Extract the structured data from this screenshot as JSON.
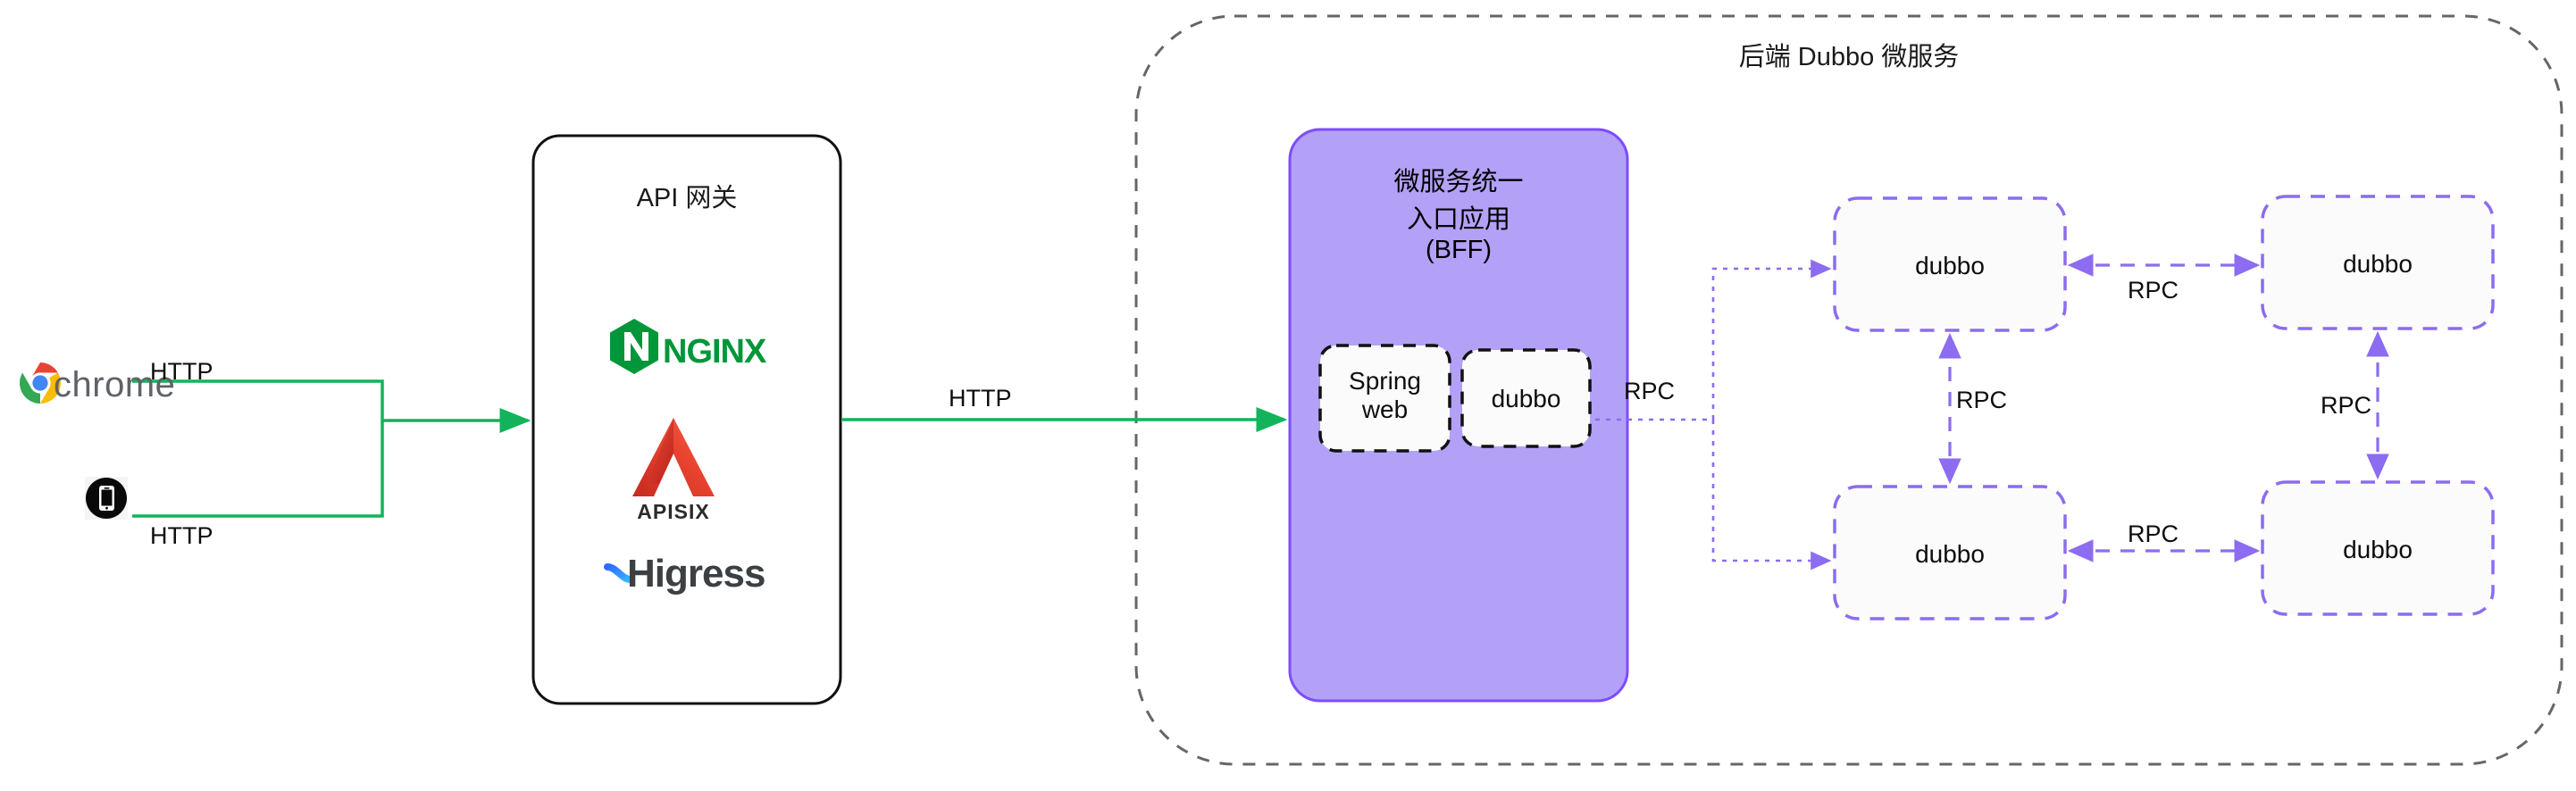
{
  "diagram": {
    "clients": [
      {
        "name": "chrome-client",
        "label": "chrome",
        "icon": "chrome-icon"
      },
      {
        "name": "mobile-client",
        "label": "",
        "icon": "mobile-phone-icon"
      }
    ],
    "gateway": {
      "title": "API 网关",
      "logos": [
        {
          "icon": "nginx-logo",
          "label": "NGINX",
          "color": "#009639"
        },
        {
          "icon": "apisix-logo",
          "label": "APISIX",
          "color": "#e8432f"
        },
        {
          "icon": "higress-logo",
          "label": "Higress",
          "color": "#2f6bff"
        }
      ]
    },
    "bff": {
      "title_line1": "微服务统一",
      "title_line2": "入口应用",
      "title_line3": "(BFF)",
      "fill": "#b3a1f7",
      "stroke": "#7c4dff",
      "children": [
        {
          "name": "spring-web-node",
          "label_line1": "Spring",
          "label_line2": "web"
        },
        {
          "name": "dubbo-bff-node",
          "label_line1": "dubbo",
          "label_line2": ""
        }
      ]
    },
    "backend_group": {
      "title": "后端 Dubbo 微服务",
      "stroke": "#666666",
      "nodes": [
        {
          "name": "dubbo-node-top-left",
          "label": "dubbo"
        },
        {
          "name": "dubbo-node-top-right",
          "label": "dubbo"
        },
        {
          "name": "dubbo-node-bottom-left",
          "label": "dubbo"
        },
        {
          "name": "dubbo-node-bottom-right",
          "label": "dubbo"
        }
      ]
    },
    "edges": [
      {
        "name": "edge-chrome-gateway",
        "label": "HTTP",
        "protocol": "HTTP",
        "color": "#12b35a",
        "style": "solid"
      },
      {
        "name": "edge-mobile-gateway",
        "label": "HTTP",
        "protocol": "HTTP",
        "color": "#12b35a",
        "style": "solid"
      },
      {
        "name": "edge-gateway-bff",
        "label": "HTTP",
        "protocol": "HTTP",
        "color": "#12b35a",
        "style": "solid"
      },
      {
        "name": "edge-bff-backend",
        "label": "RPC",
        "protocol": "RPC",
        "color": "#8c6cf0",
        "style": "dotted"
      },
      {
        "name": "edge-top-left-top-right",
        "label": "RPC",
        "protocol": "RPC",
        "color": "#8c6cf0",
        "style": "dashed"
      },
      {
        "name": "edge-top-left-bottom-left",
        "label": "RPC",
        "protocol": "RPC",
        "color": "#8c6cf0",
        "style": "dashed"
      },
      {
        "name": "edge-top-right-bottom-right",
        "label": "RPC",
        "protocol": "RPC",
        "color": "#8c6cf0",
        "style": "dashed"
      },
      {
        "name": "edge-bottom-left-bottom-right",
        "label": "RPC",
        "protocol": "RPC",
        "color": "#8c6cf0",
        "style": "dashed"
      }
    ]
  }
}
